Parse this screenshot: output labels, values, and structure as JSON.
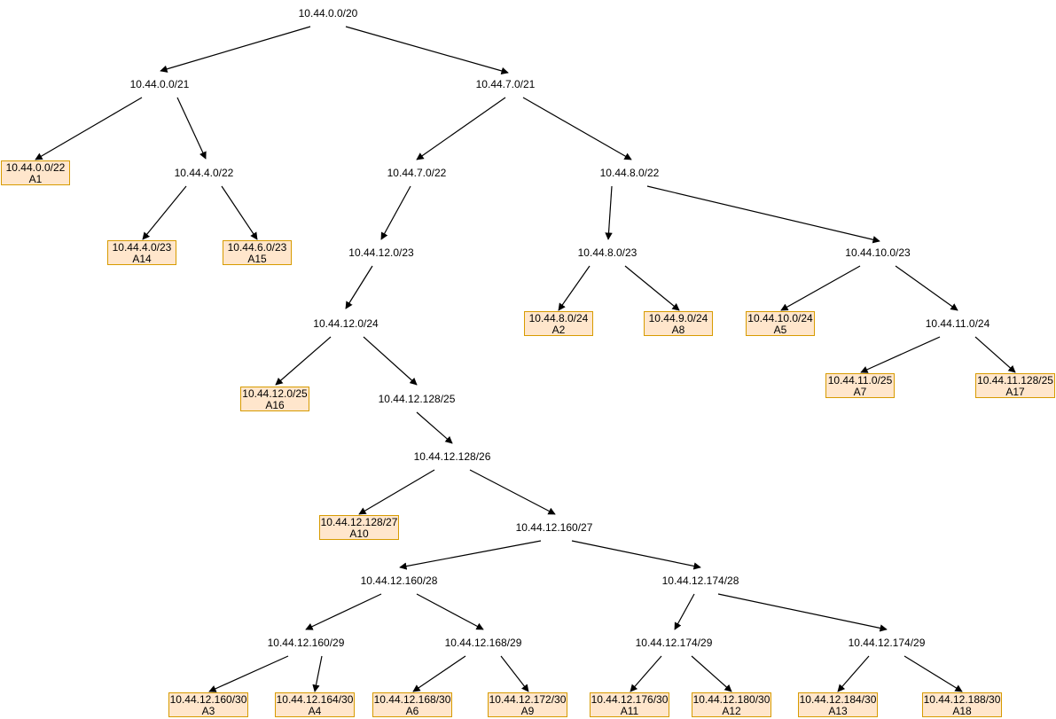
{
  "colors": {
    "leaf_fill": "#ffe6cc",
    "leaf_border": "#d79b00",
    "edge": "#000000",
    "text": "#000000"
  },
  "nodes": {
    "n_20": "10.44.0.0/20",
    "n_0_21": "10.44.0.0/21",
    "n_7_21": "10.44.7.0/21",
    "n_4_22": "10.44.4.0/22",
    "n_7_22": "10.44.7.0/22",
    "n_8_22": "10.44.8.0/22",
    "n_12_23": "10.44.12.0/23",
    "n_8_23": "10.44.8.0/23",
    "n_10_23": "10.44.10.0/23",
    "n_12_24": "10.44.12.0/24",
    "n_11_24": "10.44.11.0/24",
    "n_128_25": "10.44.12.128/25",
    "n_128_26": "10.44.12.128/26",
    "n_160_27": "10.44.12.160/27",
    "n_160_28": "10.44.12.160/28",
    "n_174_28": "10.44.12.174/28",
    "n_160_29": "10.44.12.160/29",
    "n_168_29": "10.44.12.168/29",
    "n_174_29a": "10.44.12.174/29",
    "n_174_29b": "10.44.12.174/29"
  },
  "leaves": {
    "A1": {
      "net": "10.44.0.0/22",
      "name": "A1"
    },
    "A14": {
      "net": "10.44.4.0/23",
      "name": "A14"
    },
    "A15": {
      "net": "10.44.6.0/23",
      "name": "A15"
    },
    "A2": {
      "net": "10.44.8.0/24",
      "name": "A2"
    },
    "A8": {
      "net": "10.44.9.0/24",
      "name": "A8"
    },
    "A5": {
      "net": "10.44.10.0/24",
      "name": "A5"
    },
    "A7": {
      "net": "10.44.11.0/25",
      "name": "A7"
    },
    "A17": {
      "net": "10.44.11.128/25",
      "name": "A17"
    },
    "A16": {
      "net": "10.44.12.0/25",
      "name": "A16"
    },
    "A10": {
      "net": "10.44.12.128/27",
      "name": "A10"
    },
    "A3": {
      "net": "10.44.12.160/30",
      "name": "A3"
    },
    "A4": {
      "net": "10.44.12.164/30",
      "name": "A4"
    },
    "A6": {
      "net": "10.44.12.168/30",
      "name": "A6"
    },
    "A9": {
      "net": "10.44.12.172/30",
      "name": "A9"
    },
    "A11": {
      "net": "10.44.12.176/30",
      "name": "A11"
    },
    "A12": {
      "net": "10.44.12.180/30",
      "name": "A12"
    },
    "A13": {
      "net": "10.44.12.184/30",
      "name": "A13"
    },
    "A18": {
      "net": "10.44.12.188/30",
      "name": "A18"
    }
  }
}
